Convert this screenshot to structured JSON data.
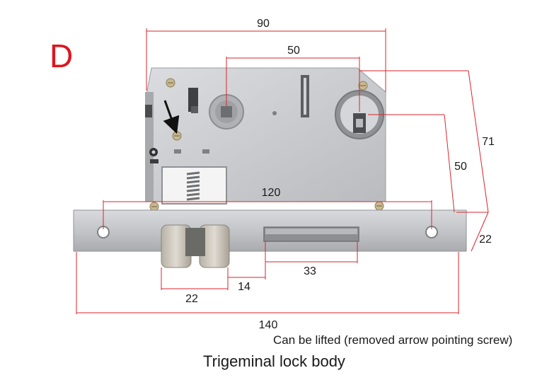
{
  "variant_letter": "D",
  "dimensions": {
    "width_90": "90",
    "backset_50": "50",
    "height_71": "71",
    "center_50": "50",
    "faceplate_screws_120": "120",
    "faceplate_thickness_22": "22",
    "latch_width_22": "22",
    "gap_14": "14",
    "deadbolt_33": "33",
    "faceplate_length_140": "140"
  },
  "note": "Can be lifted (removed arrow pointing screw)",
  "title": "Trigeminal lock body",
  "colors": {
    "dimension_line": "#d8262c",
    "variant_letter": "#e0141e",
    "metal": "#c9cbce",
    "metal_dark": "#8e9094"
  }
}
